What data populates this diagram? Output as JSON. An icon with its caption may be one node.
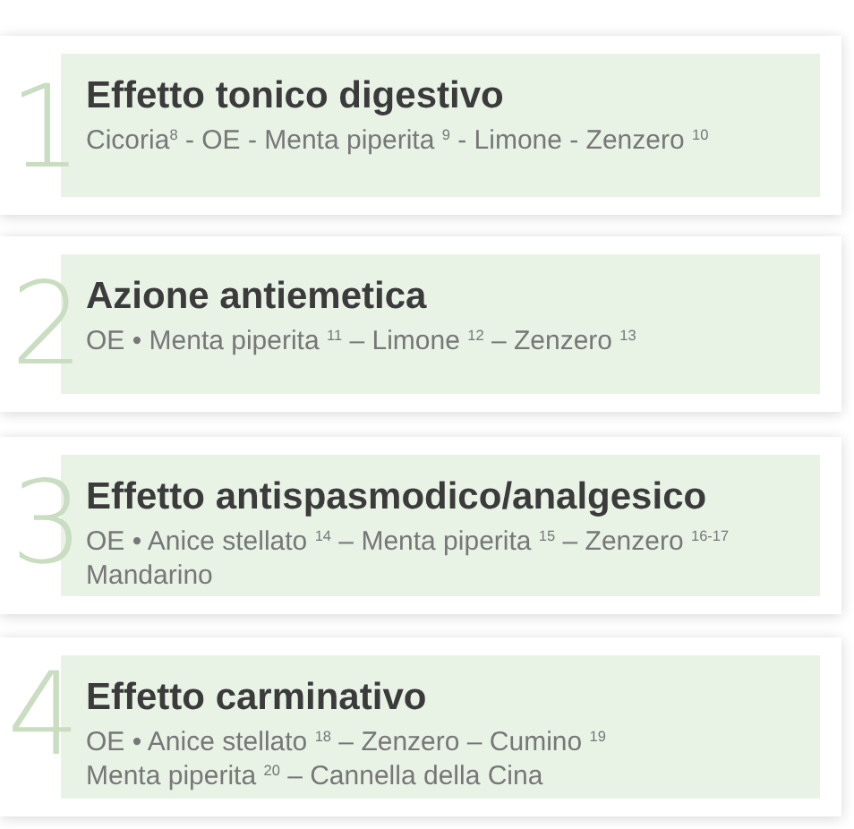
{
  "diagram": {
    "nodes": [
      {
        "text": [
          "1"
        ]
      },
      {
        "text": [
          "Effetto tonico digestivo",
          "Cicoria$^{8}$ - OE - Menta piperita $^{9}$ - Limone - Zenzero $^{10}$"
        ],
        "in": 0
      },
      {
        "text": [
          "2"
        ]
      },
      {
        "text": [
          "Azione antiemetica",
          "OE • Menta piperita $^{11}$ – Limone $^{12}$ – Zenzero $^{13}$"
        ],
        "in": 2
      },
      {
        "text": [
          "3"
        ]
      },
      {
        "text": [
          "Effetto antispasmodico/analgesico",
          "OE • Anice stellato $^{14}$ – Menta piperita $^{15}$ – Zenzero $^{16-17}$ Mandarino"
        ],
        "in": 4
      },
      {
        "text": [
          "4"
        ]
      },
      {
        "text": [
          "Effetto carminativo",
          "OE • Anice stellato $^{18}$ – Zenzero – Cumino $^{19}$ Menta piperita $^{20}$ – Cannella della Cina"
        ],
        "in": 6
      }
    ]
  }
}
